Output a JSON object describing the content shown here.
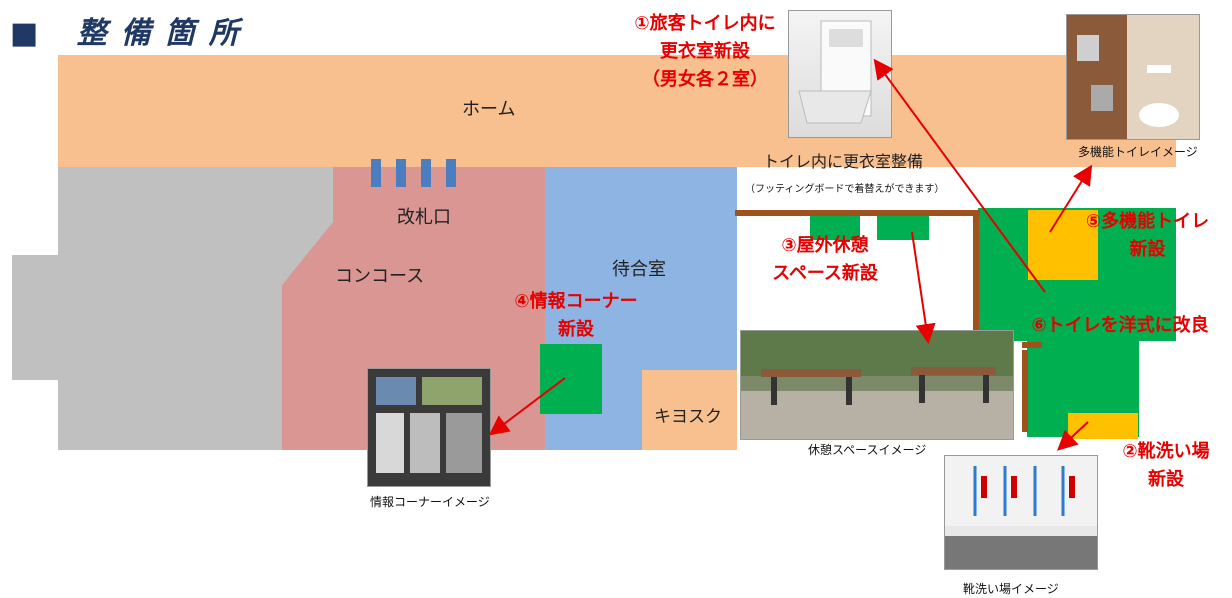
{
  "title": "■ 整備箇所",
  "zones": {
    "platform": "ホーム",
    "ticket_gate": "改札口",
    "concourse": "コンコース",
    "waiting_room": "待合室",
    "kiosk": "キヨスク"
  },
  "annotations": {
    "a1": [
      "①旅客トイレ内に",
      "更衣室新設",
      "（男女各２室）"
    ],
    "a2": [
      "②靴洗い場",
      "新設"
    ],
    "a3": [
      "③屋外休憩",
      "スペース新設"
    ],
    "a4": [
      "④情報コーナー",
      "新設"
    ],
    "a5": [
      "⑤多機能トイレ",
      "新設"
    ],
    "a6": "⑥トイレを洋式に改良"
  },
  "notes": {
    "fitting_room": "トイレ内に更衣室整備",
    "fitting_sub": "（フッティングボードで着替えができます）"
  },
  "captions": {
    "accessible_toilet": "多機能トイレイメージ",
    "rest_space": "休憩スペースイメージ",
    "info_corner": "情報コーナーイメージ",
    "shoe_wash": "靴洗い場イメージ"
  },
  "colors": {
    "platform": "#f8bf8f",
    "concourse": "#da9693",
    "waiting_room": "#8eb4e3",
    "building_gray": "#c0c0c0",
    "facility_green": "#00b050",
    "facility_yellow": "#ffc000",
    "gate_blue": "#4a7ebf",
    "wall_brown": "#a0521e",
    "highlight_red": "#e60000"
  }
}
